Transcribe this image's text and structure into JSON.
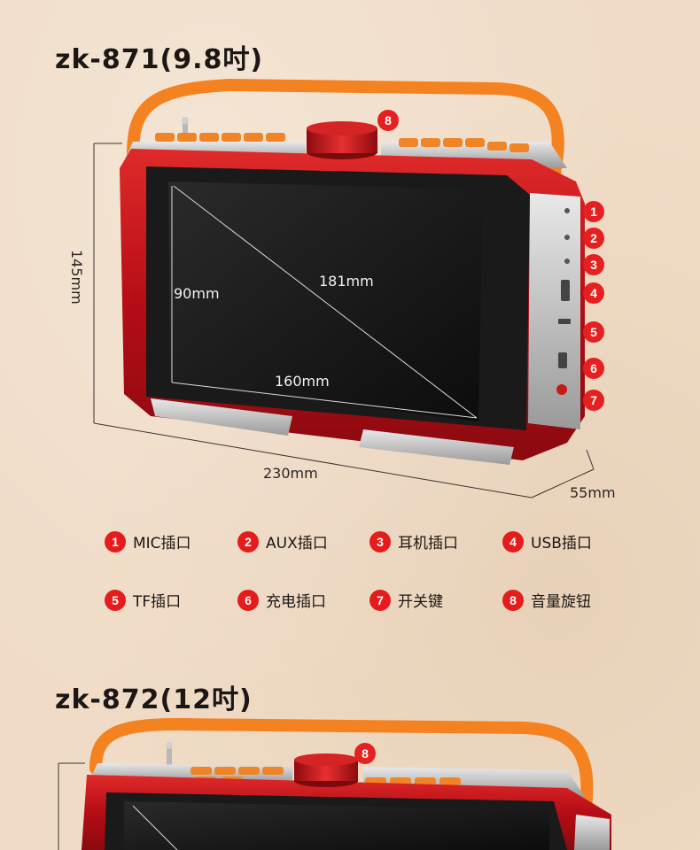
{
  "product1": {
    "title": "zk-871(9.8吋)",
    "dimensions": {
      "height": "145mm",
      "screen_height": "90mm",
      "screen_diagonal": "181mm",
      "screen_width": "160mm",
      "width": "230mm",
      "depth": "55mm"
    },
    "callouts": [
      "1",
      "2",
      "3",
      "4",
      "5",
      "6",
      "7",
      "8"
    ]
  },
  "legend": [
    {
      "num": "1",
      "label": "MIC插口"
    },
    {
      "num": "2",
      "label": "AUX插口"
    },
    {
      "num": "3",
      "label": "耳机插口"
    },
    {
      "num": "4",
      "label": "USB插口"
    },
    {
      "num": "5",
      "label": "TF插口"
    },
    {
      "num": "6",
      "label": "充电插口"
    },
    {
      "num": "7",
      "label": "开关键"
    },
    {
      "num": "8",
      "label": "音量旋钮"
    }
  ],
  "product2": {
    "title": "zk-872(12吋)",
    "callout": "8"
  },
  "colors": {
    "body_red": "#c8101a",
    "handle_orange": "#f58220",
    "callout_red": "#e52020",
    "silver": "#c9c9c9",
    "screen": "#141414"
  }
}
